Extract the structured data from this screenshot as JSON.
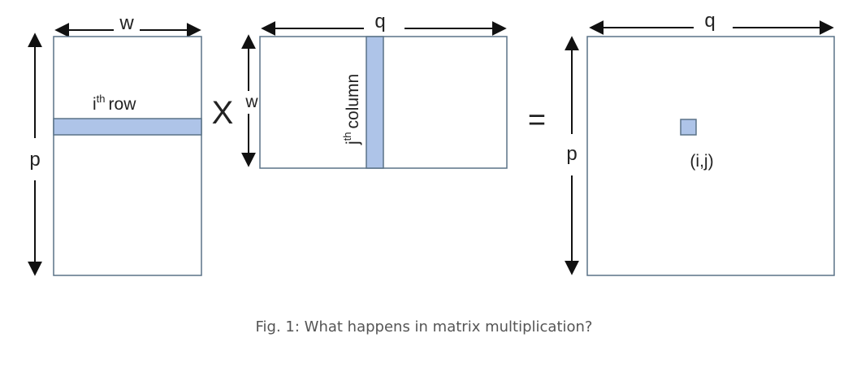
{
  "diagram": {
    "colors": {
      "outline": "#5a7287",
      "highlight": "#aec4e8",
      "text": "#222222",
      "caption": "#555555"
    },
    "left_matrix": {
      "width_label": "w",
      "height_label": "p",
      "row_label_base": "i",
      "row_label_sup": "th",
      "row_label_rest": "row"
    },
    "operator_multiply": "X",
    "middle_matrix": {
      "width_label": "q",
      "height_label": "w",
      "column_label_base": "j",
      "column_label_sup": "th",
      "column_label_rest": "column"
    },
    "operator_equals": "=",
    "right_matrix": {
      "width_label": "q",
      "height_label": "p",
      "cell_label": "(i,j)"
    },
    "caption": "Fig. 1: What happens in matrix multiplication?"
  }
}
